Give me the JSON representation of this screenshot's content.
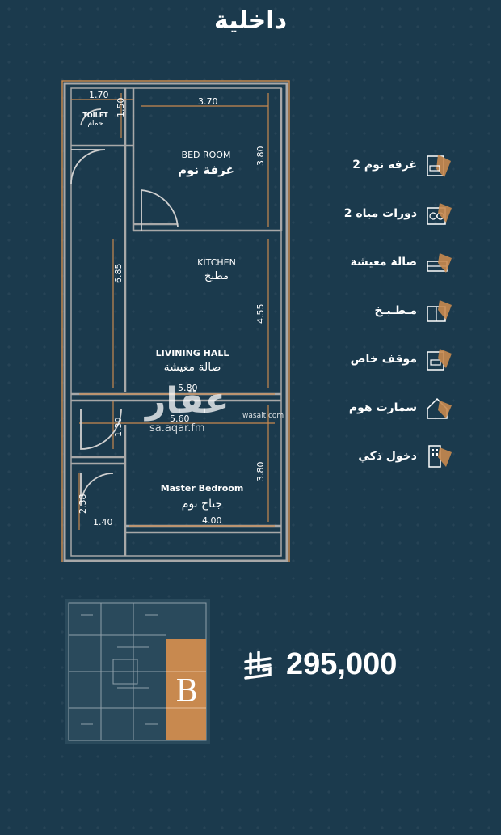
{
  "header": {
    "title": "داخلية"
  },
  "floor_plan": {
    "rooms": {
      "toilet_en": "TOILET",
      "toilet_ar": "حمام",
      "bedroom_en": "BED ROOM",
      "bedroom_ar": "غرفة نوم",
      "kitchen_en": "KITCHEN",
      "kitchen_ar": "مطبخ",
      "living_en": "LIVINING HALL",
      "living_ar": "صالة معيشة",
      "master_en": "Master Bedroom",
      "master_ar": "جناح نوم"
    },
    "dimensions": {
      "d_170": "1.70",
      "d_150": "1.50",
      "d_370": "3.70",
      "d_380_top": "3.80",
      "d_685": "6.85",
      "d_455": "4.55",
      "d_580": "5.80",
      "d_560": "5.60",
      "d_130": "1.30",
      "d_380_bottom": "3.80",
      "d_238": "2.38",
      "d_140": "1.40",
      "d_400": "4.00"
    }
  },
  "watermark": {
    "logo_text": "عقار",
    "url": "sa.aqar.fm",
    "small_url": "wasalt.com"
  },
  "features": [
    {
      "label": "2 غرفة نوم",
      "icon": "bedroom-icon"
    },
    {
      "label": "2 دورات مياه",
      "icon": "bathroom-icon"
    },
    {
      "label": "صالة معيشة",
      "icon": "living-room-icon"
    },
    {
      "label": "مـطـبـخ",
      "icon": "kitchen-icon"
    },
    {
      "label": "موقف خاص",
      "icon": "parking-icon"
    },
    {
      "label": "سمارت هوم",
      "icon": "smart-home-icon"
    },
    {
      "label": "دخول ذكي",
      "icon": "smart-entry-icon"
    }
  ],
  "price": {
    "value": "295,000",
    "currency_icon": "saudi-riyal-icon"
  },
  "unit": {
    "label": "B"
  },
  "colors": {
    "background": "#1b3a4d",
    "accent": "#c8894f",
    "wall": "#9a9a9a"
  }
}
